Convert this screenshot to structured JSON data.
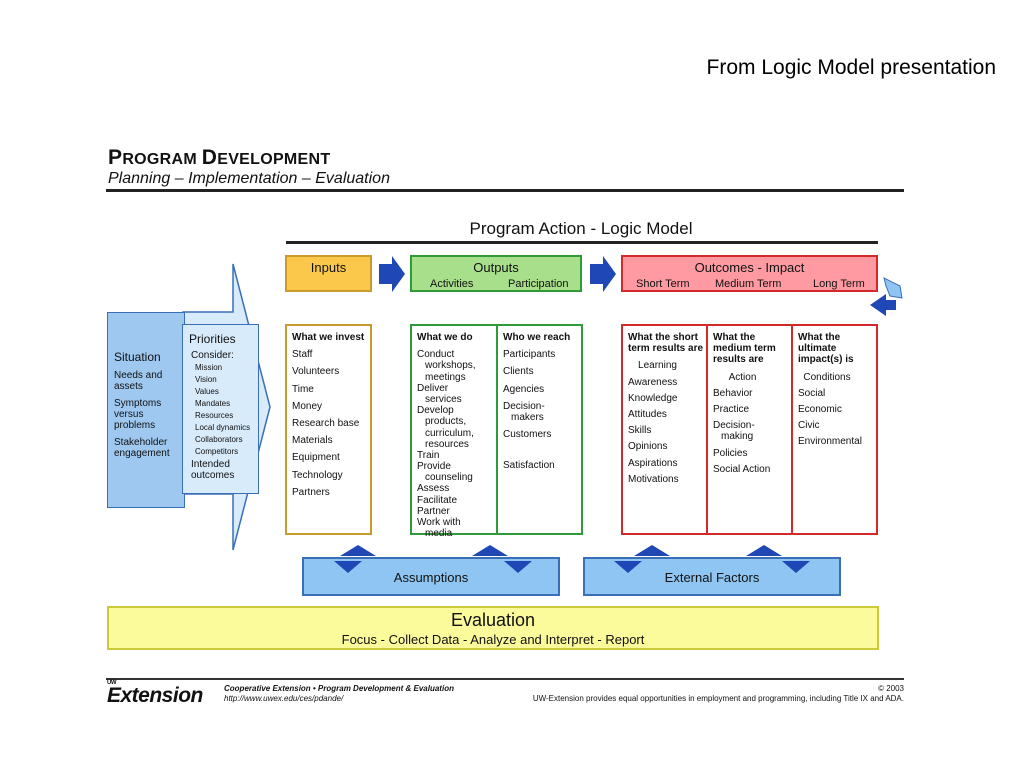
{
  "caption": "From Logic Model presentation",
  "program": {
    "title_p": "P",
    "title_rogram": "ROGRAM ",
    "title_d": "D",
    "title_evelopment": "EVELOPMENT",
    "subtitle": "Planning – Implementation – Evaluation"
  },
  "logic_model_title": "Program Action - Logic Model",
  "headers": {
    "inputs": "Inputs",
    "outputs": "Outputs",
    "activities": "Activities",
    "participation": "Participation",
    "outcomes": "Outcomes - Impact",
    "short_term": "Short Term",
    "medium_term": "Medium Term",
    "long_term": "Long Term"
  },
  "situation": {
    "title": "Situation",
    "items": [
      "Needs and assets",
      "Symptoms versus problems",
      "Stakeholder engagement"
    ]
  },
  "priorities": {
    "title": "Priorities",
    "consider": "Consider:",
    "items": [
      "Mission",
      "Vision",
      "Values",
      "Mandates",
      "Resources",
      "Local dynamics",
      "Collaborators",
      "Competitors"
    ],
    "intended": "Intended outcomes"
  },
  "inputs_col": {
    "title": "What we invest",
    "items": [
      "Staff",
      "Volunteers",
      "Time",
      "Money",
      "Research base",
      "Materials",
      "Equipment",
      "Technology",
      "Partners"
    ]
  },
  "we_do_col": {
    "title": "What we do",
    "items": [
      "Conduct",
      "workshops,",
      "meetings",
      "Deliver",
      "services",
      "Develop",
      "products,",
      "curriculum,",
      "resources",
      "Train",
      "Provide",
      "counseling",
      "Assess",
      "Facilitate",
      "Partner",
      "Work with",
      "media"
    ]
  },
  "we_reach_col": {
    "title": "Who we reach",
    "items": [
      "Participants",
      "Clients",
      "Agencies",
      "Decision-",
      "makers",
      "Customers",
      "Satisfaction"
    ]
  },
  "short_col": {
    "title": "What the short term results are",
    "sub": "Learning",
    "items": [
      "Awareness",
      "Knowledge",
      "Attitudes",
      "Skills",
      "Opinions",
      "Aspirations",
      "Motivations"
    ]
  },
  "medium_col": {
    "title": "What the medium term results are",
    "sub": "Action",
    "items": [
      "Behavior",
      "Practice",
      "Decision-",
      "making",
      "Policies",
      "Social Action"
    ]
  },
  "long_col": {
    "title": "What the ultimate impact(s) is",
    "sub": "Conditions",
    "items": [
      "Social",
      "Economic",
      "Civic",
      "Environmental"
    ]
  },
  "assumptions": "Assumptions",
  "external_factors": "External Factors",
  "evaluation": {
    "title": "Evaluation",
    "subtitle": "Focus - Collect Data - Analyze and Interpret - Report"
  },
  "footer": {
    "logo_uw": "UW",
    "logo": "Extension",
    "line1": "Cooperative Extension • Program Development & Evaluation",
    "line2": "http://www.uwex.edu/ces/pdande/",
    "copyright": "© 2003",
    "equal_opp": "UW-Extension provides equal opportunities in employment and programming, including Title IX and ADA."
  },
  "colors": {
    "inputs": "#fbc84c",
    "outputs": "#a8df8a",
    "outcomes": "#ff9aa2",
    "situation": "#9ec8f0",
    "assumptions": "#8ec5f2",
    "evaluation": "#fbfb9c",
    "arrow": "#1f47b5"
  }
}
